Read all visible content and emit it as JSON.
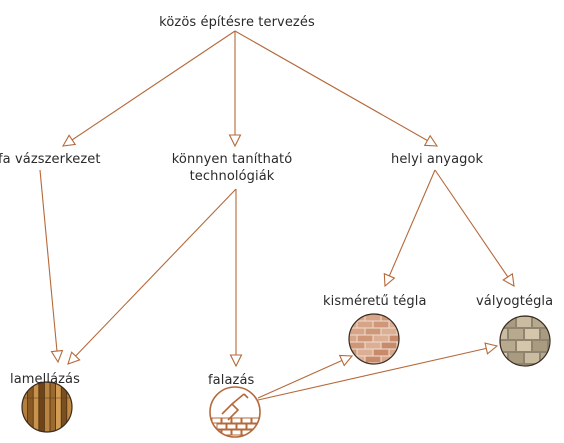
{
  "nodes": {
    "root": "közös építésre tervezés",
    "timber_frame": "fa vázszerkezet",
    "easy_tech_line1": "könnyen tanítható",
    "easy_tech_line2": "technológiák",
    "local_materials": "helyi anyagok",
    "small_brick": "kisméretű tégla",
    "adobe_brick": "vályogtégla",
    "lamination": "lamellázás",
    "masonry": "falazás"
  },
  "colors": {
    "arrow": "#b5693a",
    "text": "#2a2a2a",
    "brick": "#c98a6a",
    "adobe": "#b7a98e",
    "wood": "#9a6a30",
    "masonry_icon": "#b5693a"
  },
  "edges": [
    {
      "from": "root",
      "to": "timber_frame"
    },
    {
      "from": "root",
      "to": "easy_tech"
    },
    {
      "from": "root",
      "to": "local_materials"
    },
    {
      "from": "timber_frame",
      "to": "lamination"
    },
    {
      "from": "easy_tech",
      "to": "lamination"
    },
    {
      "from": "easy_tech",
      "to": "masonry"
    },
    {
      "from": "local_materials",
      "to": "small_brick"
    },
    {
      "from": "local_materials",
      "to": "adobe_brick"
    },
    {
      "from": "masonry",
      "to": "small_brick"
    },
    {
      "from": "masonry",
      "to": "adobe_brick"
    }
  ]
}
